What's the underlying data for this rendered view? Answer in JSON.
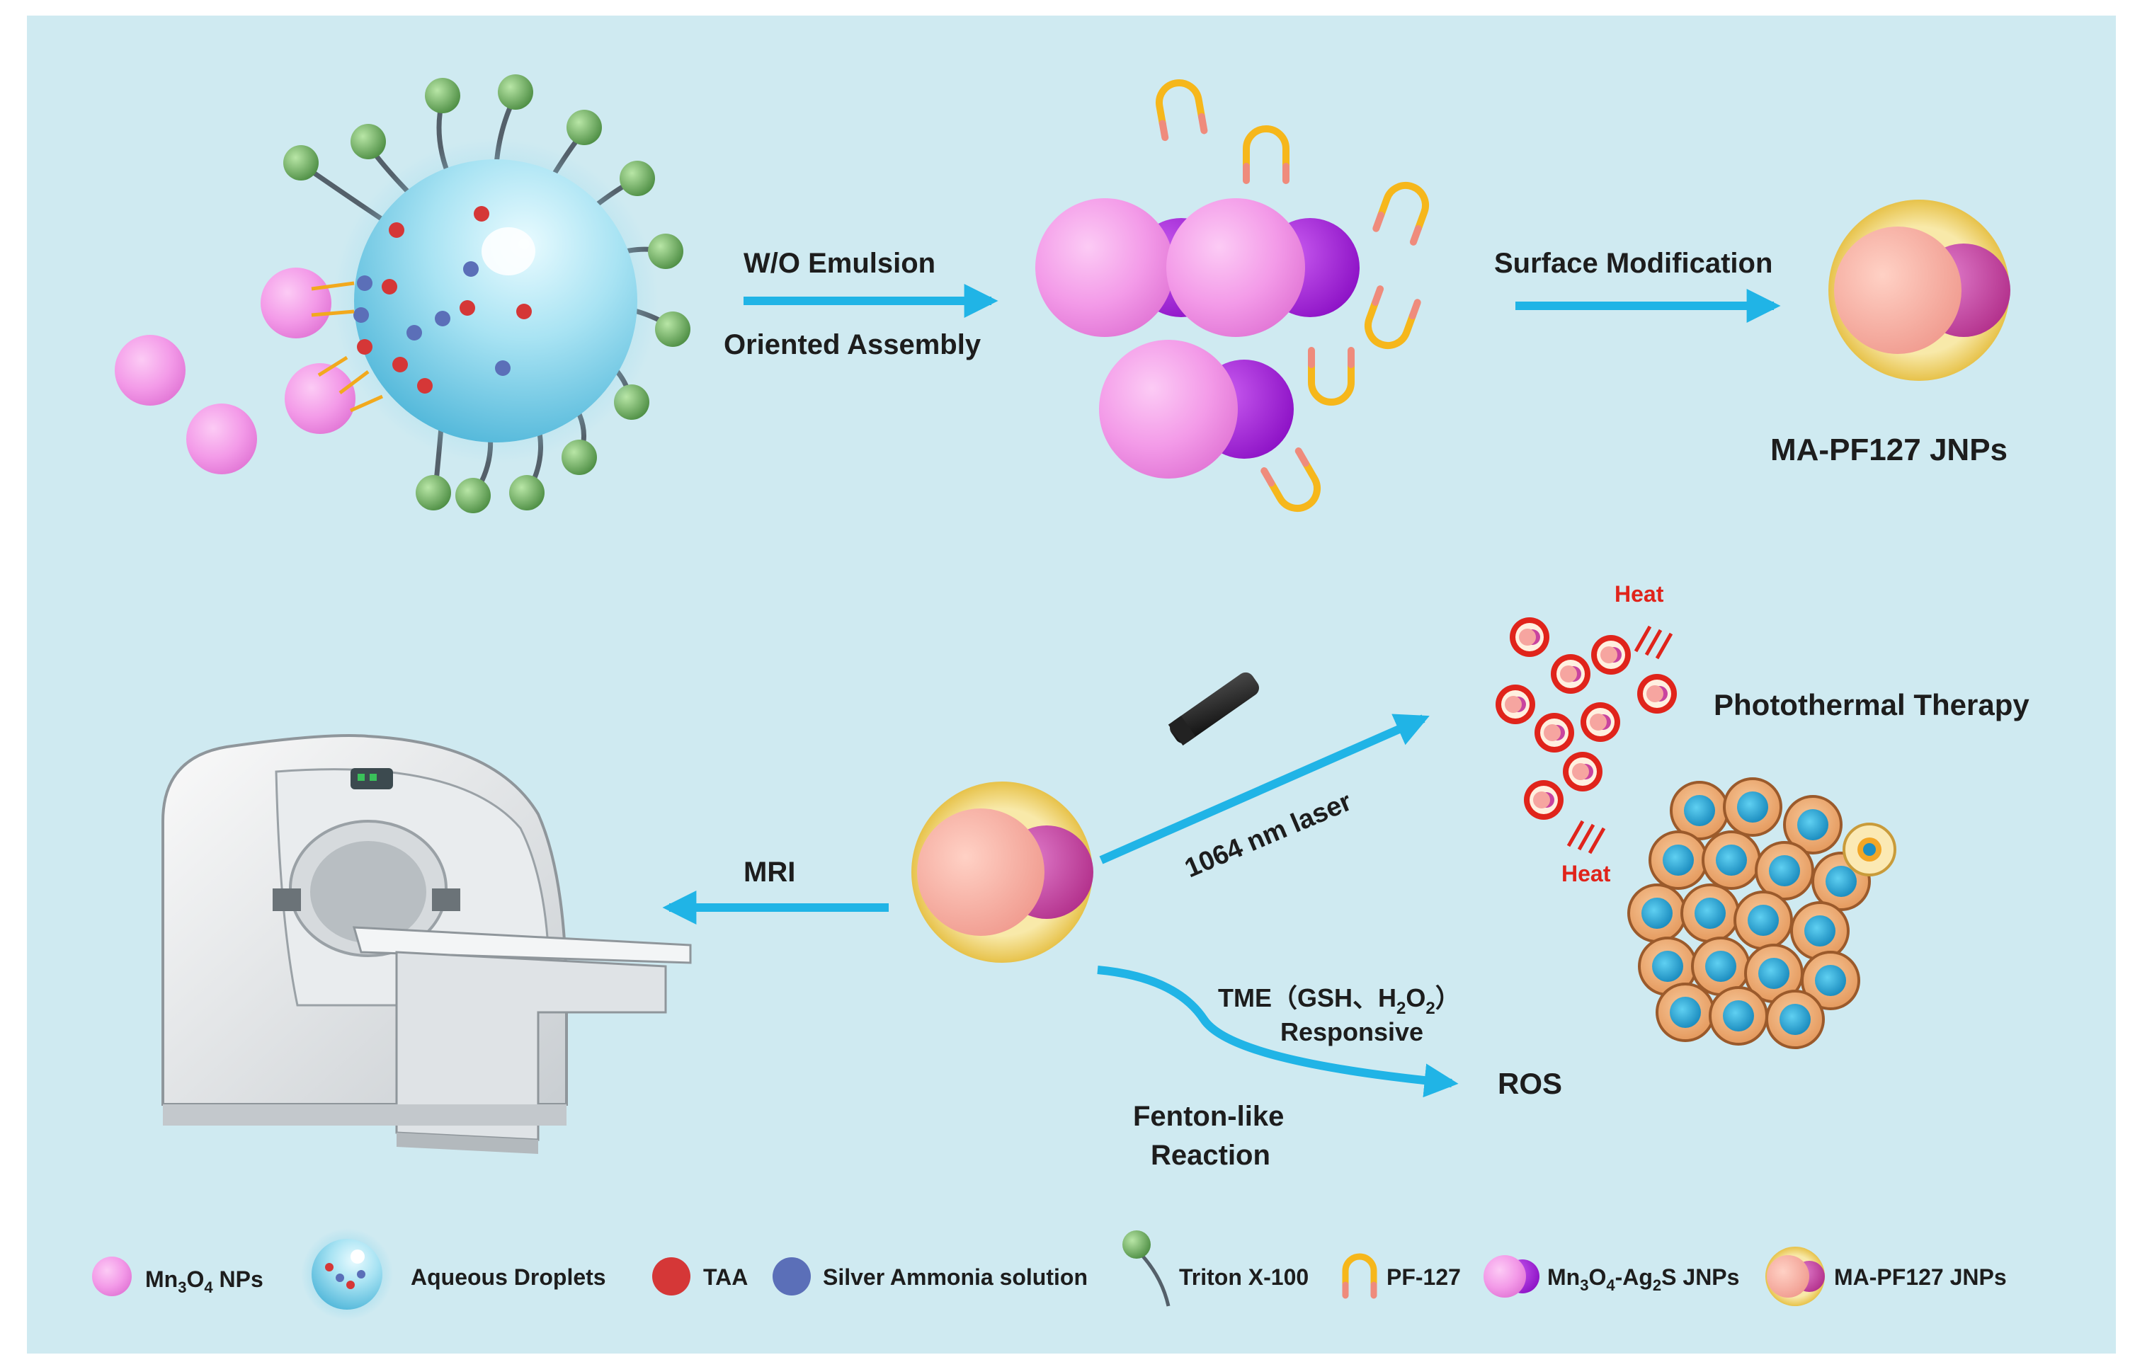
{
  "steps": {
    "emulsion": "W/O Emulsion",
    "assembly": "Oriented Assembly",
    "surface": "Surface Modification",
    "product": "MA-PF127 JNPs"
  },
  "applications": {
    "mri": "MRI",
    "laser": "1064 nm laser",
    "ptt": "Photothermal Therapy",
    "heat": "Heat",
    "tme_prefix": "TME（GSH、H",
    "tme_suffix": "）",
    "sub2": "2",
    "o": "O",
    "responsive": "Responsive",
    "fenton1": "Fenton-like",
    "fenton2": "Reaction",
    "ros": "ROS"
  },
  "legend": {
    "mn3o4_a": "Mn",
    "mn3o4_sub1": "3",
    "mn3o4_b": "O",
    "mn3o4_sub2": "4",
    "mn3o4_c": " NPs",
    "droplets": "Aqueous Droplets",
    "taa": "TAA",
    "silver": "Silver Ammonia solution",
    "triton": "Triton X-100",
    "pf127": "PF-127",
    "jnp_a": "Mn",
    "jnp_sub1": "3",
    "jnp_b": "O",
    "jnp_sub2": "4",
    "jnp_c": "-Ag",
    "jnp_sub3": "2",
    "jnp_d": "S JNPs",
    "mapf": "MA-PF127 JNPs"
  },
  "colors": {
    "background": "#cfeaf1",
    "arrow": "#20b4e6",
    "mn3o4": "#f39ae8",
    "ag2s": "#a51fd8",
    "pf127_yellow": "#f6b71b",
    "pf127_pink": "#ef8b7c",
    "shell": "#f2d77e",
    "core_peach": "#f6a5a0",
    "core_magenta": "#c9449f",
    "surfactant_head": "#6fae5c",
    "taa_red": "#d53737",
    "silver_blue": "#5b6fb8",
    "heat_red": "#e0241b"
  }
}
